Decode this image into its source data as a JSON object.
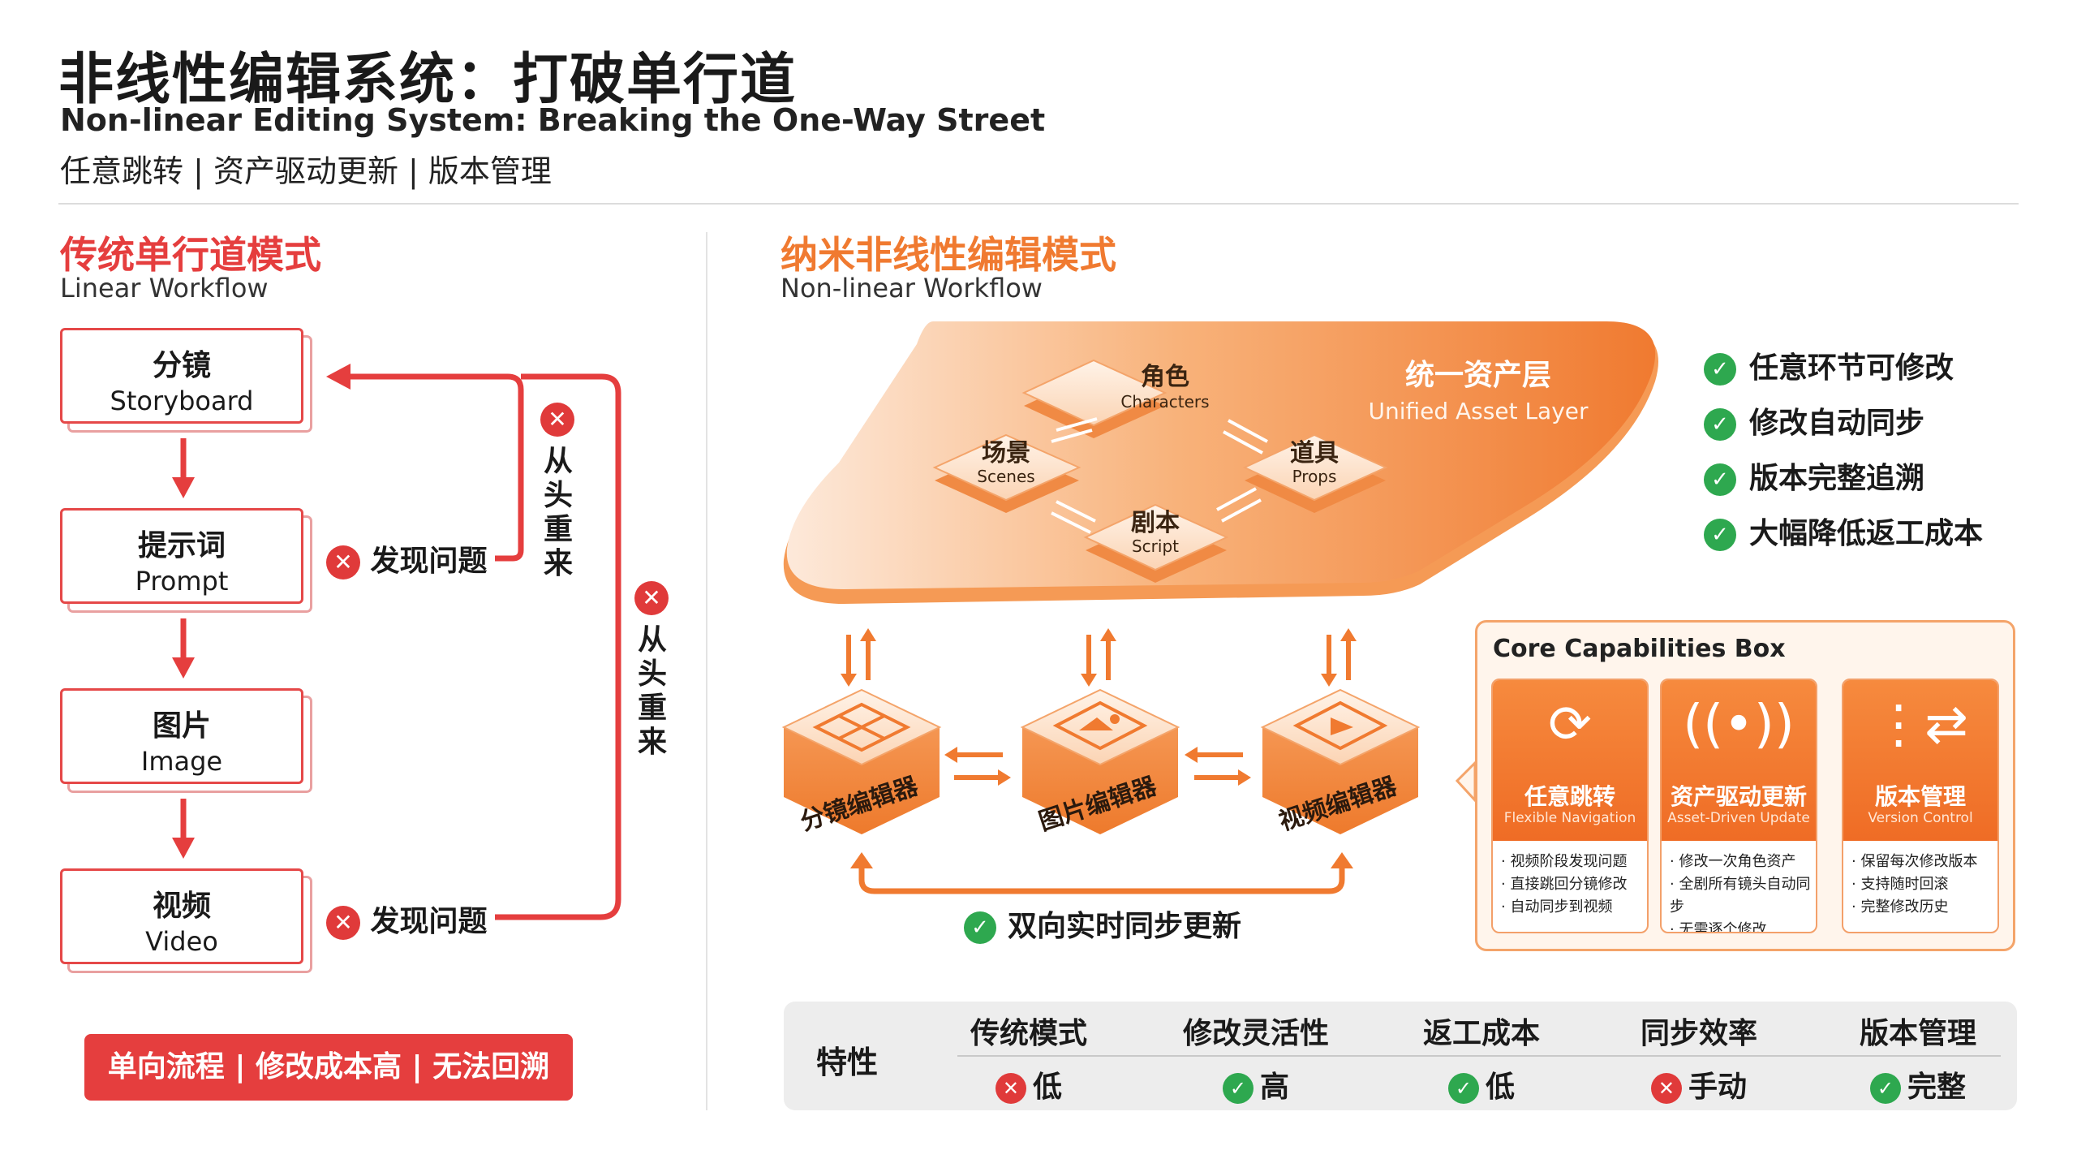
{
  "header": {
    "title_zh": "非线性编辑系统：打破单行道",
    "title_en": "Non-linear Editing System: Breaking the One-Way Street",
    "tags": "任意跳转 | 资产驱动更新 | 版本管理"
  },
  "linear": {
    "title_zh": "传统单行道模式",
    "title_en": "Linear Workflow",
    "steps": [
      {
        "zh": "分镜",
        "en": "Storyboard"
      },
      {
        "zh": "提示词",
        "en": "Prompt"
      },
      {
        "zh": "图片",
        "en": "Image"
      },
      {
        "zh": "视频",
        "en": "Video"
      }
    ],
    "issue_label": "发现问题",
    "restart_label": "从头重来",
    "banner": "单向流程 | 修改成本高 | 无法回溯",
    "colors": {
      "accent": "#e53e3e"
    }
  },
  "nonlinear": {
    "title_zh": "纳米非线性编辑模式",
    "title_en": "Non-linear Workflow",
    "asset_layer": {
      "title_zh": "统一资产层",
      "title_en": "Unified Asset Layer",
      "nodes": [
        {
          "zh": "角色",
          "en": "Characters"
        },
        {
          "zh": "场景",
          "en": "Scenes"
        },
        {
          "zh": "道具",
          "en": "Props"
        },
        {
          "zh": "剧本",
          "en": "Script"
        }
      ]
    },
    "editors": [
      "分镜编辑器",
      "图片编辑器",
      "视频编辑器"
    ],
    "sync_label": "双向实时同步更新",
    "colors": {
      "accent": "#f07a30",
      "check": "#2ea84f"
    }
  },
  "benefits": [
    "任意环节可修改",
    "修改自动同步",
    "版本完整追溯",
    "大幅降低返工成本"
  ],
  "capabilities": {
    "title": "Core Capabilities Box",
    "cards": [
      {
        "icon": "refresh-icon",
        "zh": "任意跳转",
        "en": "Flexible Navigation",
        "items": [
          "· 视频阶段发现问题",
          "· 直接跳回分镜修改",
          "· 自动同步到视频"
        ]
      },
      {
        "icon": "broadcast-icon",
        "zh": "资产驱动更新",
        "en": "Asset-Driven Update",
        "items": [
          "· 修改一次角色资产",
          "· 全剧所有镜头自动同步",
          "· 无需逐个修改"
        ]
      },
      {
        "icon": "version-branch-icon",
        "zh": "版本管理",
        "en": "Version Control",
        "items": [
          "· 保留每次修改版本",
          "· 支持随时回滚",
          "· 完整修改历史"
        ]
      }
    ]
  },
  "comparison": {
    "feature_label": "特性",
    "columns": [
      {
        "header": "传统模式",
        "value": "低",
        "status": "bad"
      },
      {
        "header": "修改灵活性",
        "value": "高",
        "status": "good"
      },
      {
        "header": "返工成本",
        "value": "低",
        "status": "good"
      },
      {
        "header": "同步效率",
        "value": "手动",
        "status": "bad"
      },
      {
        "header": "版本管理",
        "value": "完整",
        "status": "good"
      }
    ]
  }
}
